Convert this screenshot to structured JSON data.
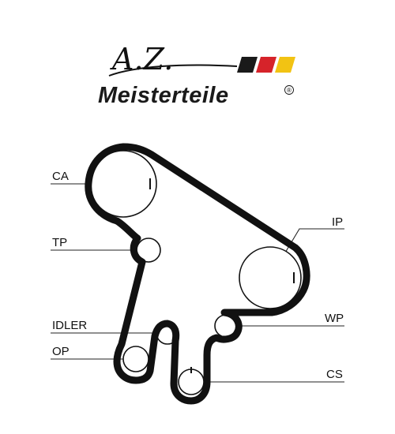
{
  "logo": {
    "monogram": "A.Z.",
    "wordmark": "Meisterteile",
    "registered": "®",
    "flag_colors": [
      "#1a1a1a",
      "#d6232a",
      "#f2c313"
    ]
  },
  "labels": {
    "ca": "CA",
    "tp": "TP",
    "ip": "IP",
    "idler": "IDLER",
    "wp": "WP",
    "op": "OP",
    "cs": "CS"
  },
  "colors": {
    "belt": "#111111",
    "line": "#222222"
  }
}
